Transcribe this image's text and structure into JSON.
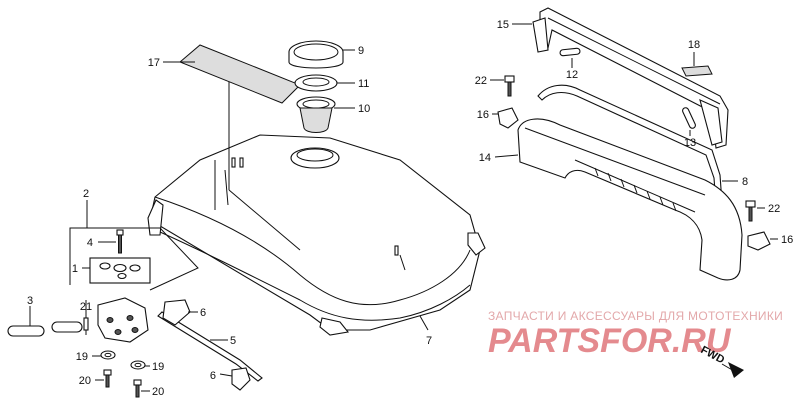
{
  "callouts": {
    "c1": "1",
    "c2": "2",
    "c3": "3",
    "c4": "4",
    "c5": "5",
    "c6a": "6",
    "c6b": "6",
    "c7": "7",
    "c8": "8",
    "c9": "9",
    "c10": "10",
    "c11": "11",
    "c12": "12",
    "c13": "13",
    "c14": "14",
    "c15": "15",
    "c16a": "16",
    "c16b": "16",
    "c17": "17",
    "c18": "18",
    "c19a": "19",
    "c19b": "19",
    "c20a": "20",
    "c20b": "20",
    "c21": "21",
    "c22a": "22",
    "c22b": "22"
  },
  "watermark": {
    "subtitle": "ЗАПЧАСТИ И АКСЕССУАРЫ ДЛЯ МОТОТЕХНИКИ",
    "brand": "PARTSFOR.RU",
    "color": "#e48a8e"
  },
  "direction": {
    "label": "FWD"
  }
}
